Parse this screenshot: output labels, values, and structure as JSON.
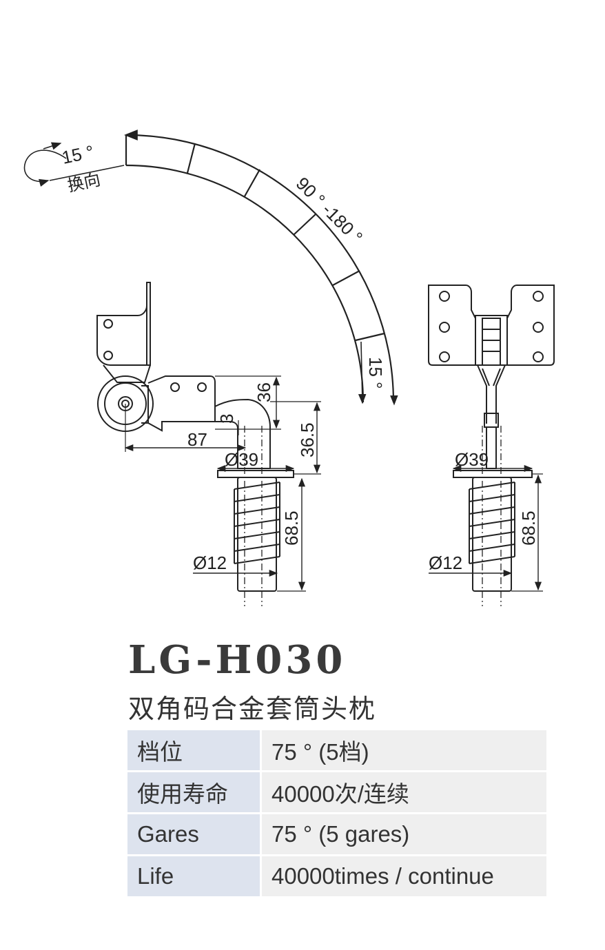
{
  "drawing": {
    "rotation_labels": {
      "flip_angle": "15 °",
      "flip_text": "换向",
      "range": "90 ° -180 °",
      "end_angle": "15 °"
    },
    "side_view_dims": [
      "36",
      "3",
      "36.5",
      "87",
      "Ø39",
      "68.5",
      "Ø12"
    ],
    "front_view_dims": [
      "Ø39",
      "68.5",
      "Ø12"
    ]
  },
  "product": {
    "model": "LG-H030",
    "name": "双角码合金套筒头枕"
  },
  "specs": [
    {
      "label": "档位",
      "value": "75 ° (5档)"
    },
    {
      "label": "使用寿命",
      "value": "40000次/连续"
    },
    {
      "label": "Gares",
      "value": "75 ° (5 gares)"
    },
    {
      "label": "Life",
      "value": "40000times / continue"
    }
  ]
}
